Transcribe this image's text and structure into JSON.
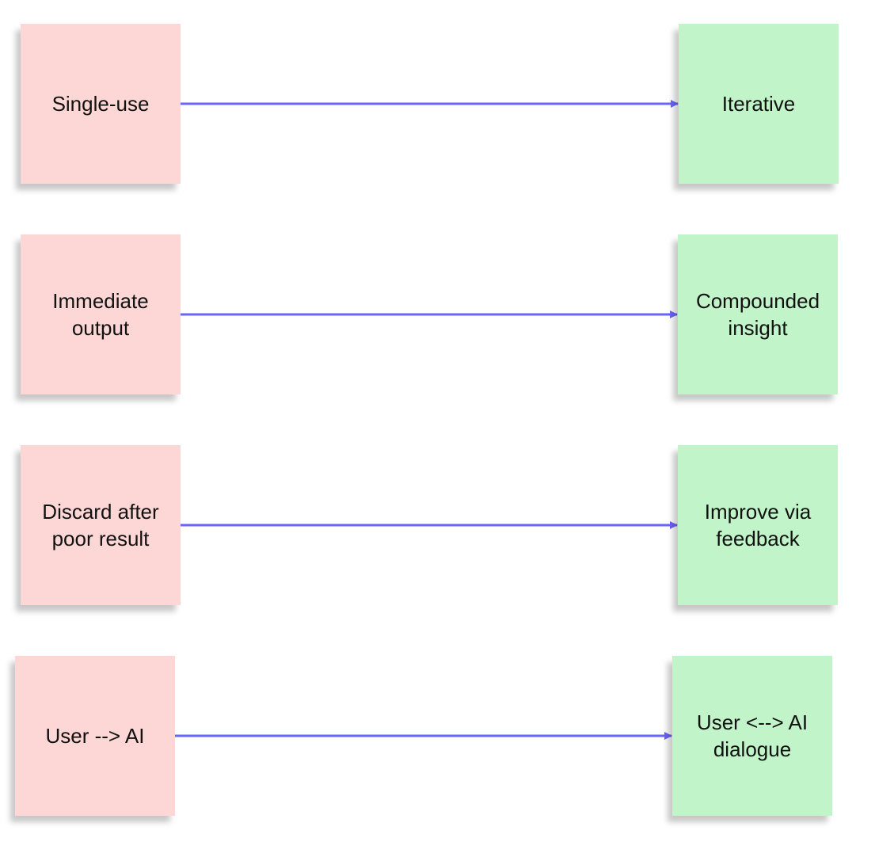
{
  "diagram": {
    "arrow_color": "#6a64fb",
    "colors": {
      "from_note": "#fdd7d6",
      "to_note": "#c1f4c8"
    },
    "rows": [
      {
        "from": "Single-use",
        "to": "Iterative"
      },
      {
        "from": "Immediate\noutput",
        "to": "Compounded\ninsight"
      },
      {
        "from": "Discard after\npoor result",
        "to": "Improve via\nfeedback"
      },
      {
        "from": "User --> AI",
        "to": "User <--> AI\ndialogue"
      }
    ]
  }
}
